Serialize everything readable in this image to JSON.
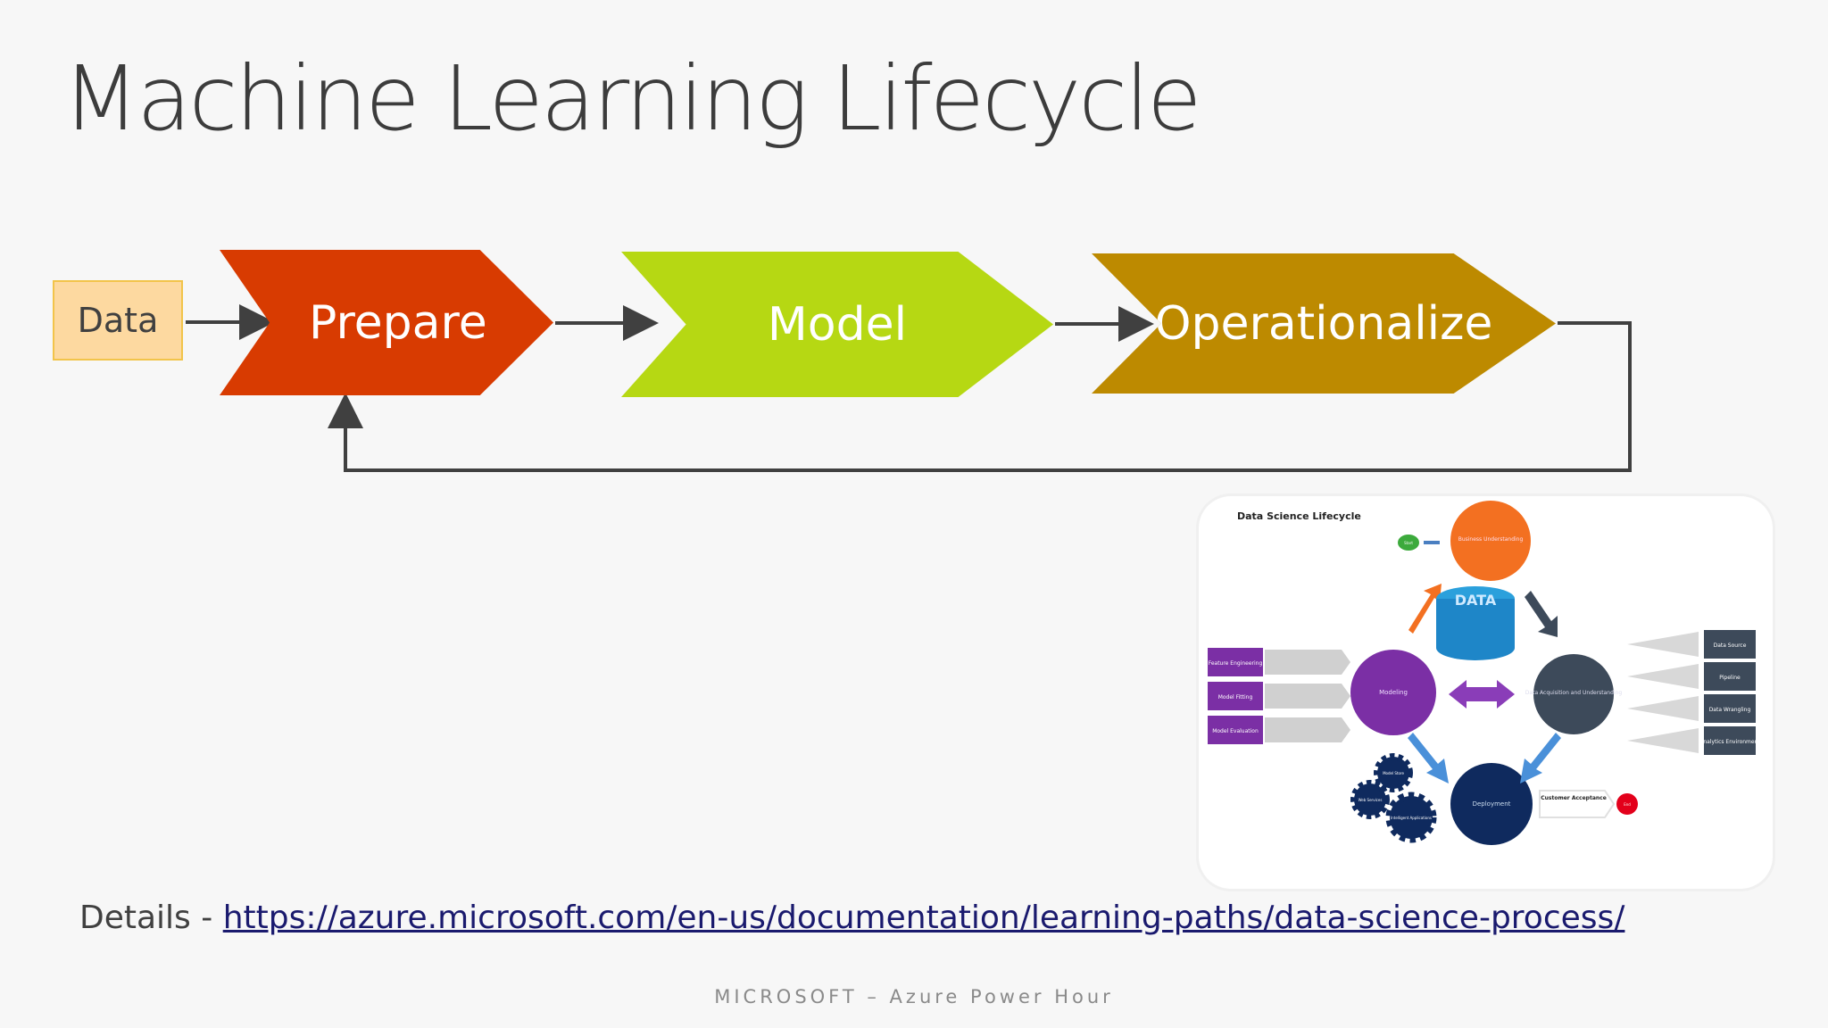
{
  "slide": {
    "title": "Machine Learning Lifecycle",
    "footer": "MICROSOFT – Azure Power Hour"
  },
  "flow": {
    "data_label": "Data",
    "steps": [
      "Prepare",
      "Model",
      "Operationalize"
    ],
    "colors": {
      "prepare": "#d83b01",
      "model": "#b6d813",
      "operationalize": "#bd8a00",
      "data_fill": "#fdd9a0",
      "arrow": "#404040"
    }
  },
  "ds_diagram": {
    "title": "Data Science Lifecycle",
    "start": "Start",
    "end": "End",
    "nodes": {
      "business": "Business Understanding",
      "modeling": "Modeling",
      "acquisition": "Data Acquisition and Understanding",
      "deployment": "Deployment",
      "customer": "Customer Acceptance",
      "center": "DATA"
    },
    "left_boxes": [
      "Feature Engineering",
      "Model Fitting",
      "Model Evaluation"
    ],
    "right_boxes": [
      "Data Source",
      "Pipeline",
      "Data Wrangling",
      "Analytics Environment"
    ],
    "gears": [
      "Model Store",
      "Web Services",
      "Intelligent Applications"
    ]
  },
  "details": {
    "prefix": "Details - ",
    "url": "https://azure.microsoft.com/en-us/documentation/learning-paths/data-science-process/"
  }
}
